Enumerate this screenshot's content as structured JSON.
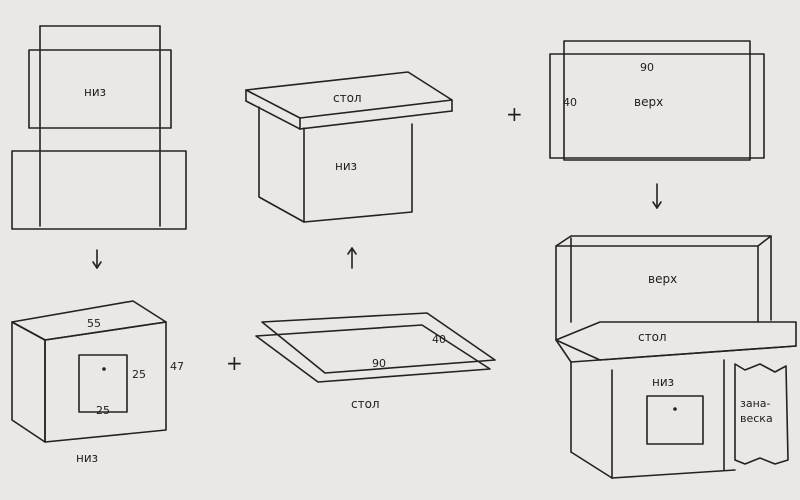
{
  "colors": {
    "paper": "#e9e8e6",
    "ink": "#222222"
  },
  "labels": {
    "fold_niz": "низ",
    "box_niz": "низ",
    "box_stol": "стол",
    "verh_plan": "верх",
    "low_box_niz": "низ",
    "stol_plan": "стол",
    "final_verh": "верх",
    "final_stol": "стол",
    "final_niz": "низ",
    "curtain_line1": "зана-",
    "curtain_line2": "веска"
  },
  "dims": {
    "verh_width": "90",
    "verh_height": "40",
    "low_width": "55",
    "low_height": "47",
    "door_height": "25",
    "door_width": "25",
    "stol_width": "90",
    "stol_depth": "40"
  },
  "operators": {
    "plus_top": "+",
    "plus_bottom": "+"
  }
}
